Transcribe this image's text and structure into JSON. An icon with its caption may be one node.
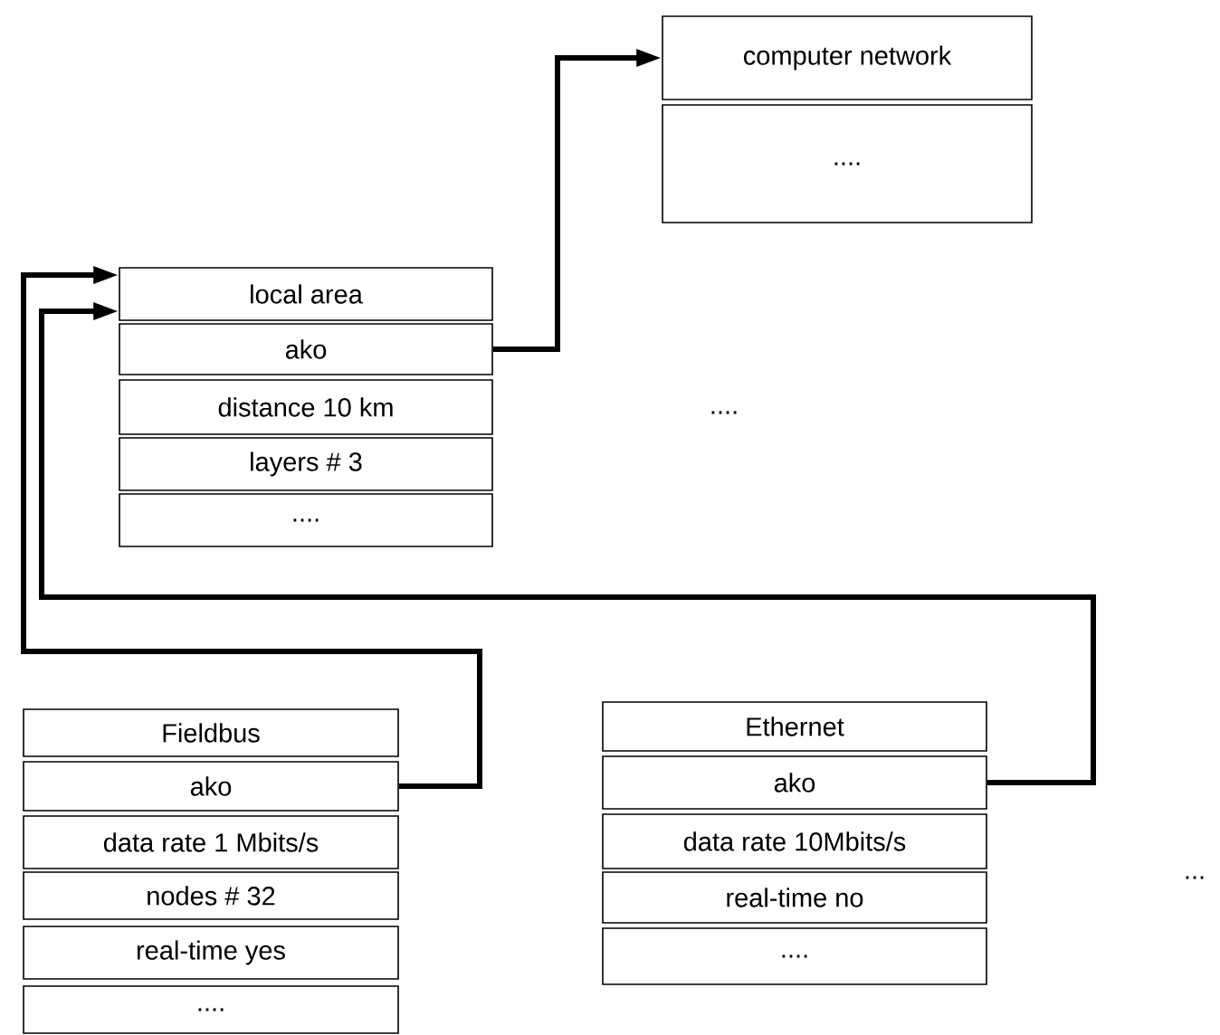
{
  "diagram": {
    "nodes": [
      {
        "text": [
          "computer network"
        ]
      },
      {
        "text": [
          "...."
        ]
      },
      {
        "text": [
          "local area"
        ]
      },
      {
        "text": [
          "ako"
        ]
      },
      {
        "text": [
          "distance 10 km"
        ]
      },
      {
        "text": [
          "layers #  3"
        ]
      },
      {
        "text": [
          "...."
        ]
      },
      {
        "text": [
          "Fieldbus"
        ]
      },
      {
        "text": [
          "ako"
        ]
      },
      {
        "text": [
          "data rate 1 Mbits/s"
        ]
      },
      {
        "text": [
          "nodes #  32"
        ]
      },
      {
        "text": [
          "real-time yes"
        ]
      },
      {
        "text": [
          "...."
        ]
      },
      {
        "text": [
          "Ethernet"
        ]
      },
      {
        "text": [
          "ako"
        ]
      },
      {
        "text": [
          "data rate 10Mbits/s"
        ]
      },
      {
        "text": [
          "real-time no"
        ]
      },
      {
        "text": [
          "...."
        ]
      }
    ],
    "edges": [
      {
        "from": 3,
        "to": 0,
        "arrow": "to"
      },
      {
        "from": 8,
        "to": 2,
        "arrow": "to"
      },
      {
        "from": 14,
        "to": 2,
        "arrow": "to"
      }
    ],
    "labels": [
      "....",
      "..."
    ]
  }
}
